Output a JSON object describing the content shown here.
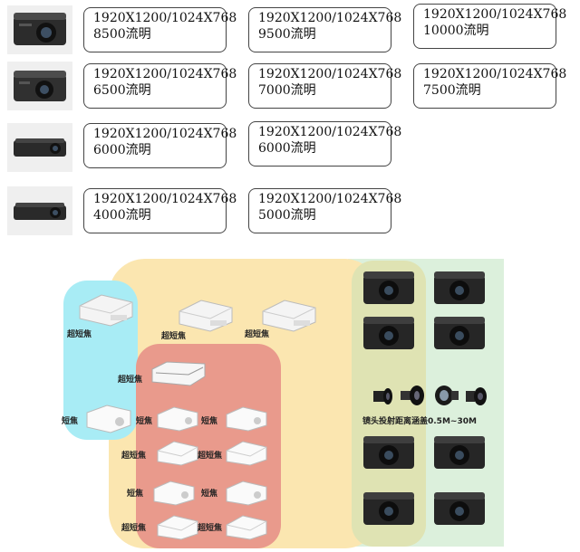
{
  "spec_rows": [
    {
      "cards": [
        {
          "line1": "1920X1200/1024X768",
          "line2": "8500流明"
        },
        {
          "line1": "1920X1200/1024X768",
          "line2": "9500流明"
        },
        {
          "line1": "1920X1200/1024X768",
          "line2": "10000流明"
        }
      ]
    },
    {
      "cards": [
        {
          "line1": "1920X1200/1024X768",
          "line2": "6500流明"
        },
        {
          "line1": "1920X1200/1024X768",
          "line2": "7000流明"
        },
        {
          "line1": "1920X1200/1024X768",
          "line2": "7500流明"
        }
      ]
    },
    {
      "cards": [
        {
          "line1": "1920X1200/1024X768",
          "line2": "6000流明"
        },
        {
          "line1": "1920X1200/1024X768",
          "line2": "6000流明"
        }
      ]
    },
    {
      "cards": [
        {
          "line1": "1920X1200/1024X768",
          "line2": "4000流明"
        },
        {
          "line1": "1920X1200/1024X768",
          "line2": "5000流明"
        }
      ]
    }
  ],
  "diagram": {
    "ultra_short_throw": "超短焦",
    "short_throw": "短焦",
    "lens_range": "镜头投射距离涵盖0.5M~30M"
  },
  "colors": {
    "zone_yellow": "#fbe6b0",
    "zone_cyan": "#a8ecf5",
    "zone_red": "#e99a8c",
    "zone_olive": "#dfe3b3",
    "zone_green": "#dcf0dc"
  }
}
